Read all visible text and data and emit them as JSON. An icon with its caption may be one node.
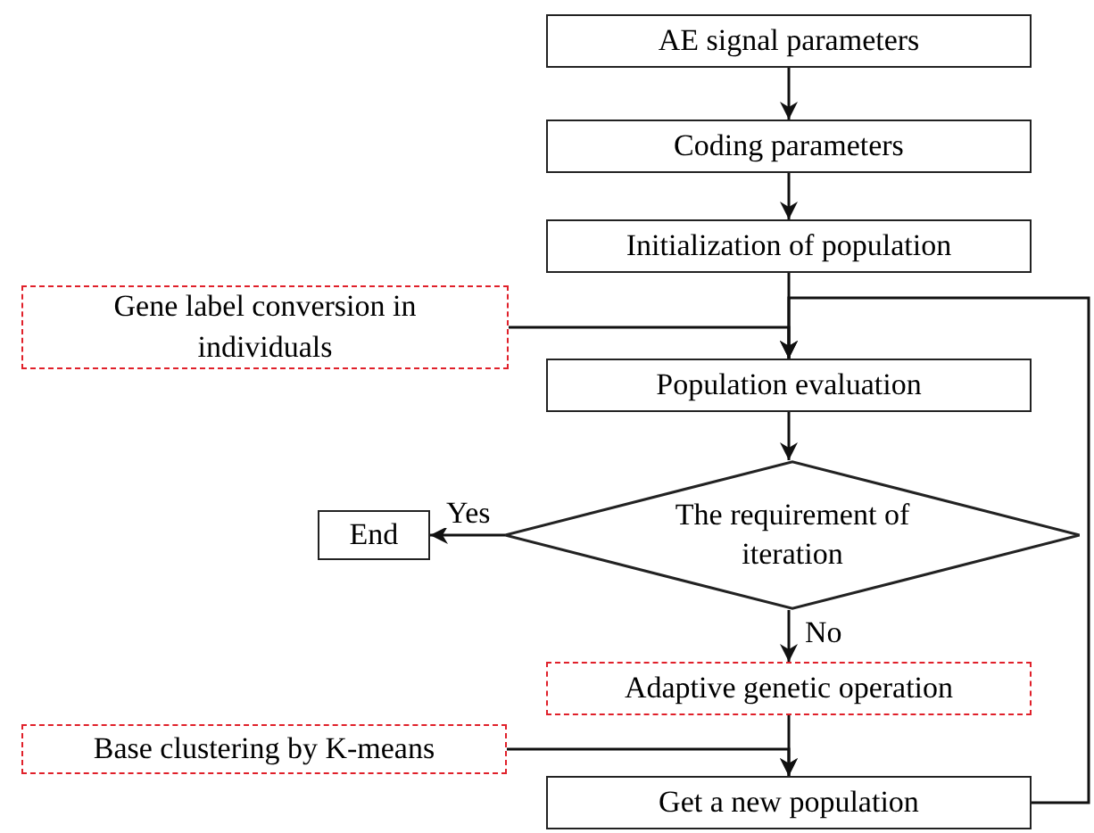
{
  "diagram": {
    "nodes": [
      {
        "text": [
          "AE signal parameters"
        ]
      },
      {
        "text": [
          "Coding parameters"
        ]
      },
      {
        "text": [
          "Initialization of population"
        ]
      },
      {
        "text": [
          "Gene label conversion in individuals"
        ]
      },
      {
        "text": [
          "Population evaluation"
        ]
      },
      {
        "text": [
          "The requirement of iteration"
        ]
      },
      {
        "text": [
          "End"
        ]
      },
      {
        "text": [
          "Adaptive genetic operation"
        ]
      },
      {
        "text": [
          "Base clustering by K-means"
        ]
      },
      {
        "text": [
          "Get a new population"
        ]
      }
    ],
    "edges": [
      {
        "from": 0,
        "to": 1,
        "arrow": "to"
      },
      {
        "from": 1,
        "to": 2,
        "arrow": "to"
      },
      {
        "from": 2,
        "to": 4,
        "arrow": "to"
      },
      {
        "from": 3,
        "to": 4,
        "arrow": "to"
      },
      {
        "from": 9,
        "to": 4,
        "arrow": "to"
      },
      {
        "from": 4,
        "to": 5,
        "arrow": "to"
      },
      {
        "from": 5,
        "to": 6,
        "arrow": "to",
        "label": "Yes"
      },
      {
        "from": 5,
        "to": 7,
        "arrow": "to",
        "label": "No"
      },
      {
        "from": 7,
        "to": 9,
        "arrow": "to"
      },
      {
        "from": 8,
        "to": 9,
        "arrow": "to"
      }
    ]
  }
}
